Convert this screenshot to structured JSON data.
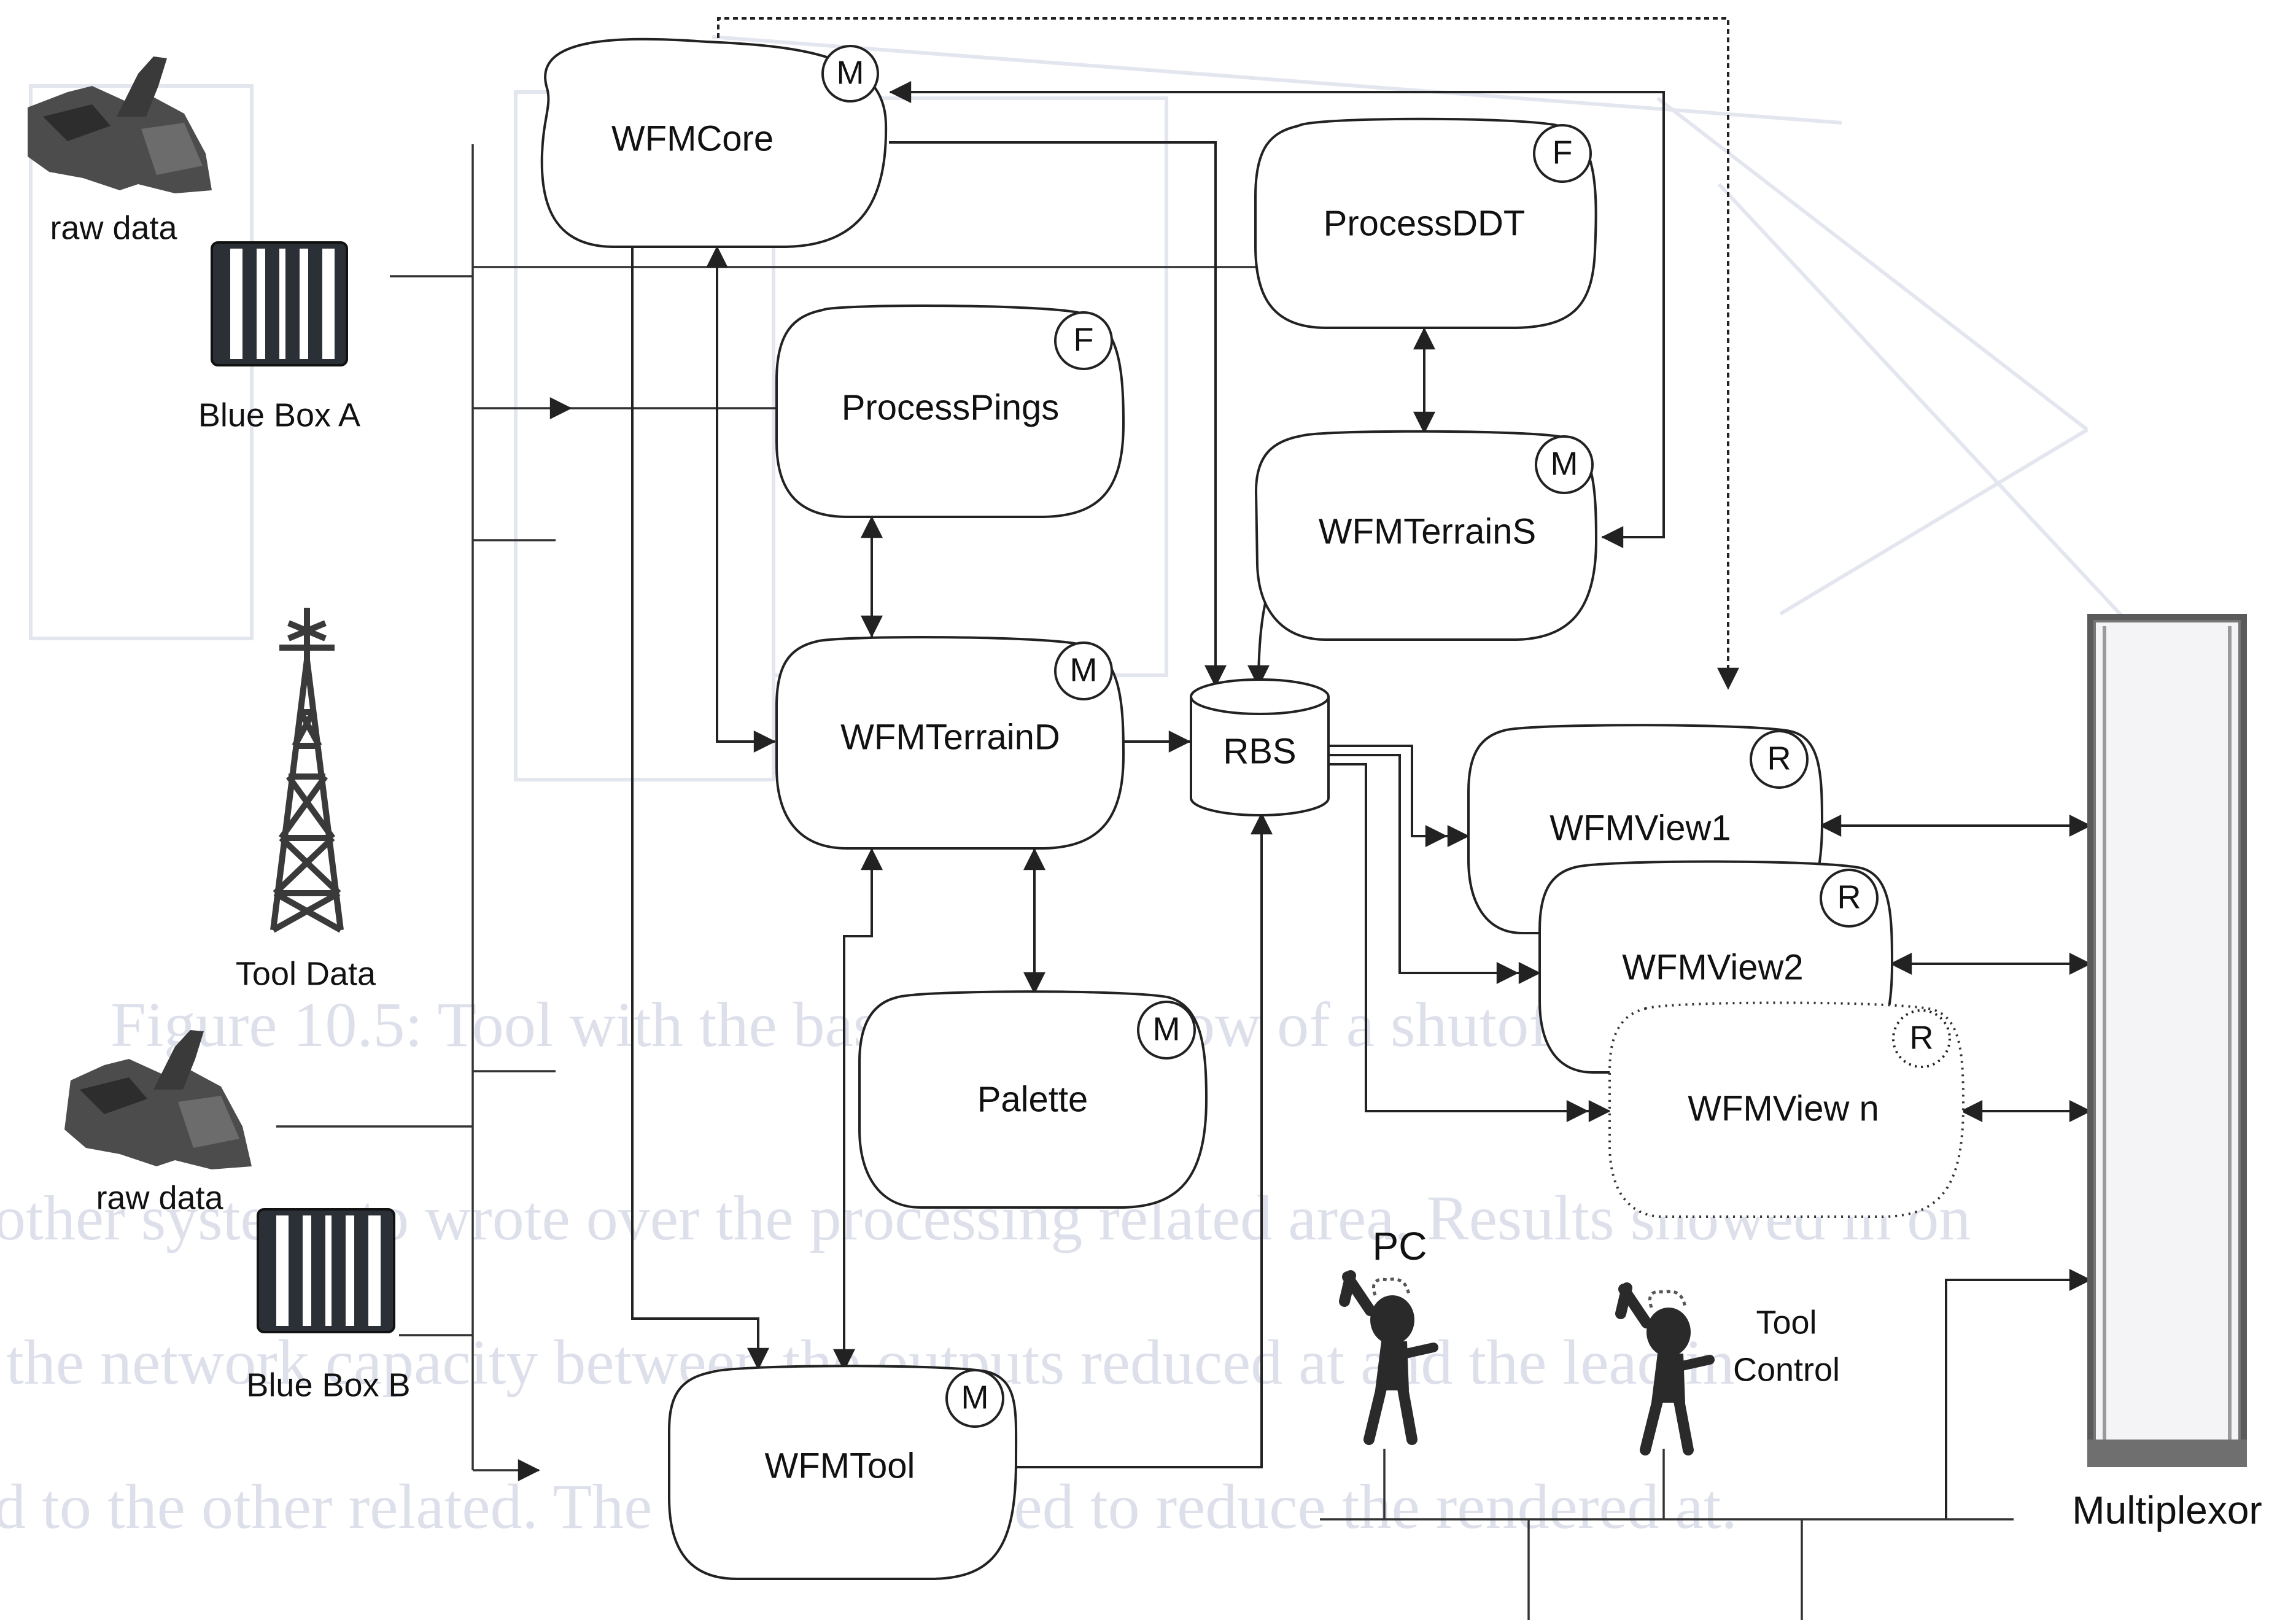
{
  "nodes": {
    "wfmcore": {
      "label": "WFMCore",
      "badge": "M"
    },
    "processddt": {
      "label": "ProcessDDT",
      "badge": "F"
    },
    "processpings": {
      "label": "ProcessPings",
      "badge": "F"
    },
    "wfmterrains": {
      "label": "WFMTerrainS",
      "badge": "M"
    },
    "wfmterraind": {
      "label": "WFMTerrainD",
      "badge": "M"
    },
    "palette": {
      "label": "Palette",
      "badge": "M"
    },
    "wfmtool": {
      "label": "WFMTool",
      "badge": "M"
    },
    "rbs": {
      "label": "RBS"
    },
    "wfmview1": {
      "label": "WFMView1",
      "badge": "R"
    },
    "wfmview2": {
      "label": "WFMView2",
      "badge": "R"
    },
    "wfmviewn": {
      "label": "WFMView n",
      "badge": "R"
    }
  },
  "sources": {
    "raw_data_top": "raw data",
    "blue_box_a": "Blue Box A",
    "tool_data": "Tool Data",
    "raw_data_bottom": "raw data",
    "blue_box_b": "Blue Box B",
    "pc": "PC",
    "tool_control_line1": "Tool",
    "tool_control_line2": "Control",
    "multiplexor": "Multiplexor"
  },
  "background_text": {
    "caption": "Figure 10.5: Tool with the baseline and show of a                    shutoff",
    "line1": "other systems to wrote over the processing related area. Results showed in on",
    "line2": "the network capacity between the outputs reduced at and the lead in",
    "line3": "d to the other related. The techniques used to reduce the rendered at."
  },
  "colors": {
    "line": "#222222",
    "ghost_text": "#dde0ea",
    "bluebox": "#2b2f36",
    "multiplexor_fill": "#f4f4f6"
  }
}
